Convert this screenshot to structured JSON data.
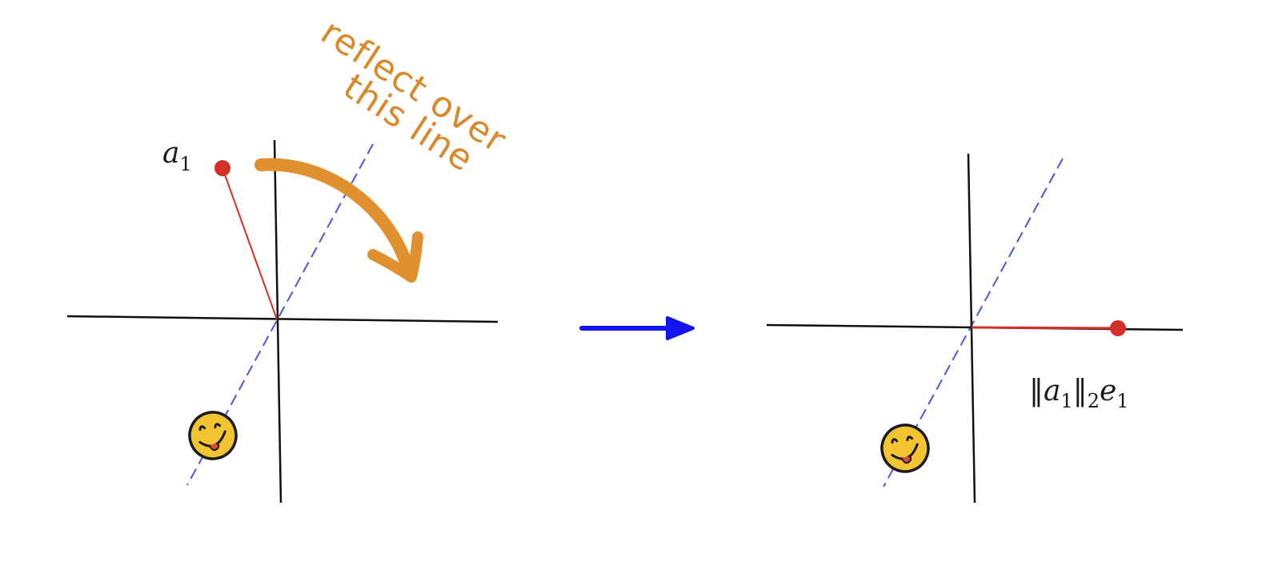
{
  "left_panel": {
    "vector_label": {
      "base": "a",
      "sub": "1"
    },
    "annotation": {
      "line1": "reflect over",
      "line2": "this line"
    }
  },
  "right_panel": {
    "result_label": {
      "open_bars": "‖",
      "base": "a",
      "sub": "1",
      "close_bars": "‖",
      "norm_sub": "2",
      "e_base": "e",
      "e_sub": "1"
    }
  },
  "colors": {
    "axis": "#111111",
    "vector": "#d62f27",
    "mirror_line": "#4a55e0",
    "curved_arrow": "#e0902e",
    "transition_arrow": "#1414f0",
    "annotation_text": "#d9892a",
    "smiley_face": "#f3c432"
  },
  "icons": {
    "left_smiley": "smiley-face-icon",
    "right_smiley": "smiley-face-icon",
    "curved_arrow": "curved-arrow-icon",
    "transition_arrow": "right-arrow-icon"
  }
}
